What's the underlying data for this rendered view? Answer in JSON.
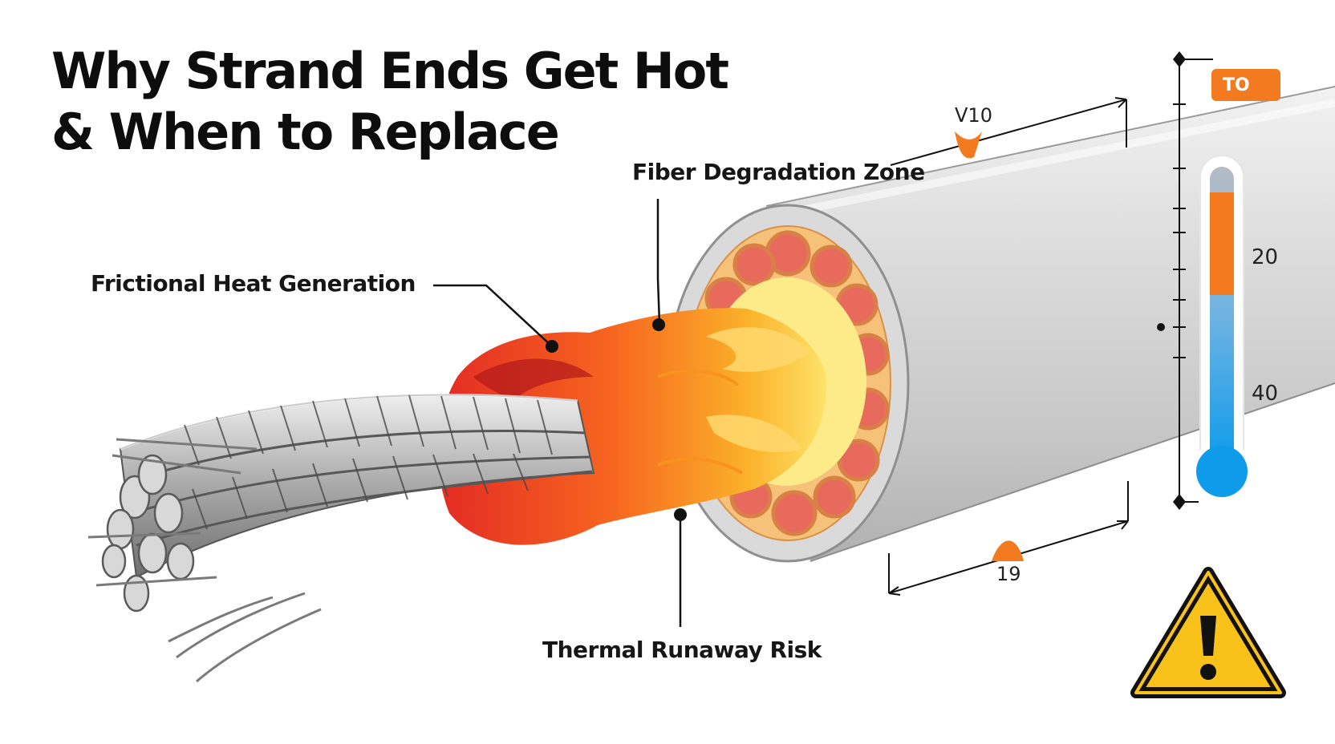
{
  "title": {
    "line1": "Why Strand Ends Get Hot",
    "line2": "& When to Replace"
  },
  "callouts": {
    "friction": "Frictional Heat Generation",
    "fiber": "Fiber Degradation Zone",
    "thermal": "Thermal Runaway Risk"
  },
  "dimensions": {
    "top": "ᐯ10",
    "bottom": "19"
  },
  "thermometer": {
    "badge": "TO",
    "mark_upper": "20",
    "mark_lower": "40"
  },
  "colors": {
    "hot_red": "#e8322a",
    "flame_orange": "#f7931e",
    "flame_yellow": "#fde36a",
    "badge_orange": "#f47a20",
    "cold_blue": "#1aa3e8",
    "warning_yellow": "#f8c21b",
    "steel_grey": "#b8b8b8"
  },
  "icons": {
    "warning": "warning-triangle-icon",
    "thermometer": "thermometer-icon"
  }
}
